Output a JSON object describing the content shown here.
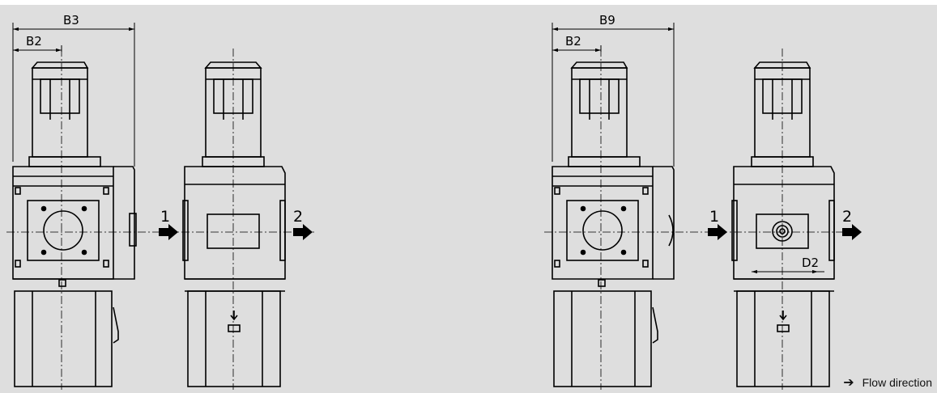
{
  "dimensions": {
    "left_total": "B3",
    "left_partial": "B2",
    "right_total": "B9",
    "right_partial": "B2",
    "gauge_dim": "D2"
  },
  "ports": {
    "inlet_left": "1",
    "outlet_left": "2",
    "inlet_right": "1",
    "outlet_right": "2"
  },
  "legend": {
    "arrow_icon": "right-arrow-icon",
    "label": "Flow direction"
  }
}
